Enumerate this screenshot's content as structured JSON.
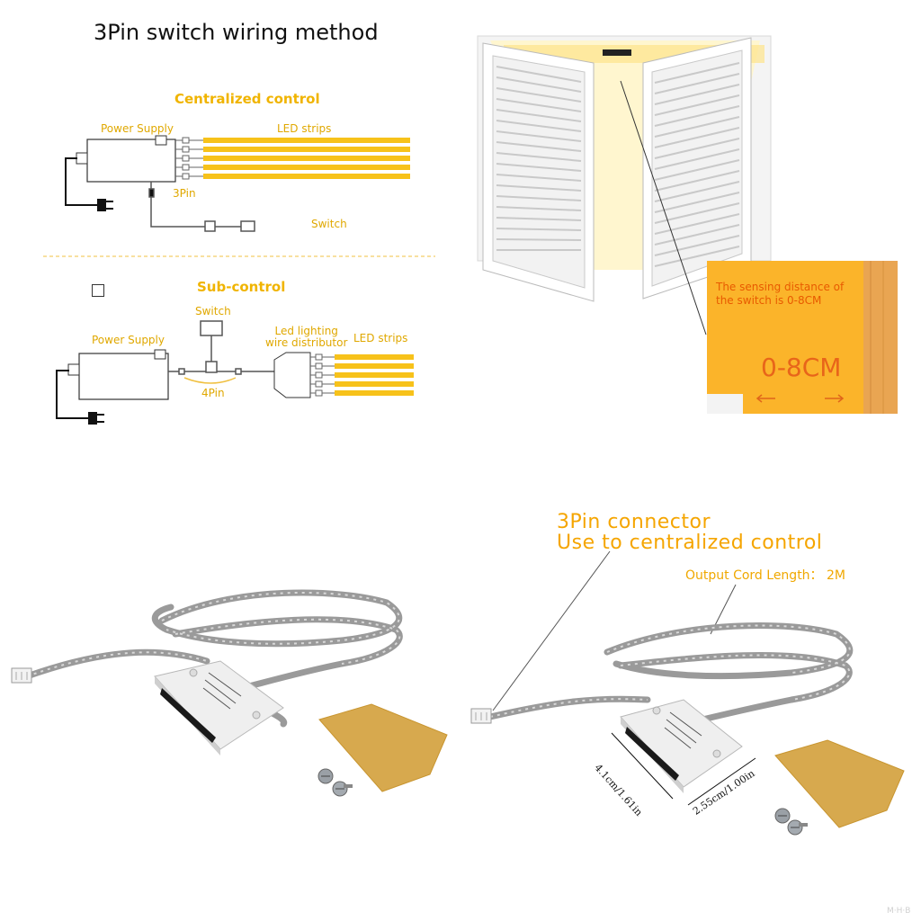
{
  "title": "3Pin switch wiring method",
  "centralized": {
    "heading": "Centralized control",
    "power_supply": "Power Supply",
    "led_strips": "LED strips",
    "pin_label": "3Pin",
    "switch": "Switch"
  },
  "sub": {
    "heading": "Sub-control",
    "switch": "Switch",
    "power_supply": "Power Supply",
    "distributor_line1": "Led lighting",
    "distributor_line2": "wire distributor",
    "led_strips": "LED strips",
    "pin_label": "4Pin"
  },
  "cabinet_panel": {
    "text_line1": "The sensing distance of",
    "text_line2": "the switch is 0-8CM",
    "distance": "0-8CM"
  },
  "product_right": {
    "callout_line1": "3Pin connector",
    "callout_line2": "Use to centralized control",
    "cord_length": "Output Cord Length： 2M",
    "dim_length": "4.1cm/1.61in",
    "dim_width": "2.55cm/1.00in"
  },
  "watermark": "M·H·B",
  "colors": {
    "accent": "#f5b800",
    "strip": "#f7c21a",
    "panel": "#fbb42a",
    "wood": "#e9a552"
  }
}
